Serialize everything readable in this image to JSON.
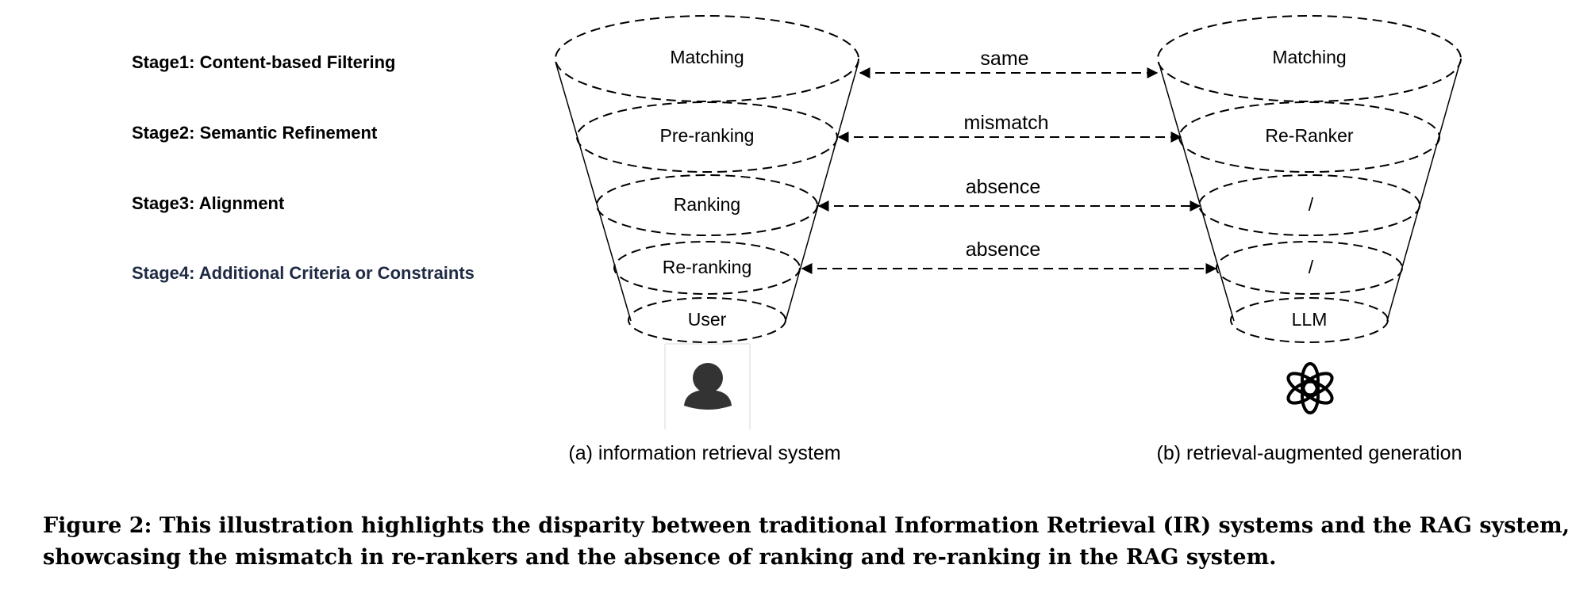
{
  "stages": [
    {
      "label": "Stage1: Content-based Filtering"
    },
    {
      "label": "Stage2: Semantic Refinement"
    },
    {
      "label": "Stage3: Alignment"
    },
    {
      "label": "Stage4: Additional Criteria or Constraints"
    }
  ],
  "left_funnel": {
    "layers": [
      "Matching",
      "Pre-ranking",
      "Ranking",
      "Re-ranking",
      "User"
    ],
    "icon": "user-person-icon",
    "caption": "(a) information retrieval system"
  },
  "right_funnel": {
    "layers": [
      "Matching",
      "Re-Ranker",
      "/",
      "/",
      "LLM"
    ],
    "icon": "openai-logo-icon",
    "caption": "(b) retrieval-augmented generation"
  },
  "relations": [
    "same",
    "mismatch",
    "absence",
    "absence"
  ],
  "figure_caption": {
    "line1": "Figure 2: This illustration highlights the disparity between traditional Information Retrieval (IR) systems and the RAG system,",
    "line2": "showcasing the mismatch in re-rankers and the absence of ranking and re-ranking in the RAG system."
  },
  "colors": {
    "ink": "#000000",
    "stage4_text": "#1f2a44",
    "icon_fill": "#333333"
  }
}
